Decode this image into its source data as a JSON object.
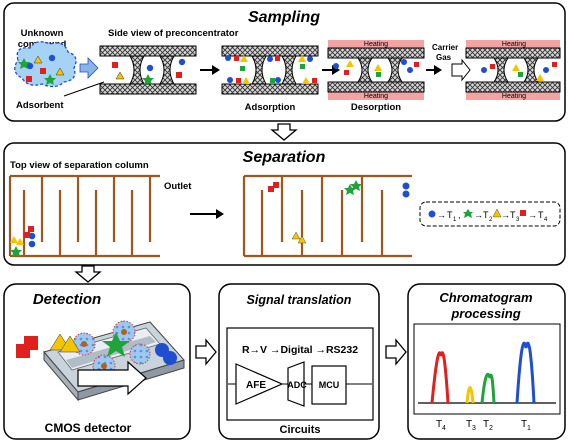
{
  "sampling": {
    "title": "Sampling",
    "unknown_compound": [
      "Unknown",
      "compound"
    ],
    "side_view": "Side view of preconcentrator",
    "adsorbent": "Adsorbent",
    "adsorption": "Adsorption",
    "desorption": "Desorption",
    "heating": "Heating",
    "carrier_gas": [
      "Carrier",
      "Gas"
    ]
  },
  "separation": {
    "title": "Separation",
    "top_view": "Top view of separation column",
    "outlet": "Outlet",
    "order": {
      "t1": "T",
      "t1_sub": "1",
      "t2": "T",
      "t2_sub": "2",
      "t3": "T",
      "t3_sub": "3",
      "t4": "T",
      "t4_sub": "4"
    }
  },
  "detection": {
    "title": "Detection",
    "detector": "CMOS detector"
  },
  "signal_translation": {
    "title": "Signal translation",
    "chain": "R→V →Digital →RS232",
    "blocks": [
      "AFE",
      "ADC",
      "MCU"
    ],
    "circuits": "Circuits"
  },
  "chromatogram": {
    "title": [
      "Chromatogram",
      "processing"
    ],
    "peak_labels": [
      {
        "t": "T",
        "sub": "4"
      },
      {
        "t": "T",
        "sub": "3"
      },
      {
        "t": "T",
        "sub": "2"
      },
      {
        "t": "T",
        "sub": "1"
      }
    ]
  },
  "colors": {
    "red": "#e0201c",
    "yellow": "#f5c400",
    "green": "#1fa33a",
    "blue": "#1f4fd0",
    "column": "#a0561e",
    "heater": "#f4a3a3"
  }
}
